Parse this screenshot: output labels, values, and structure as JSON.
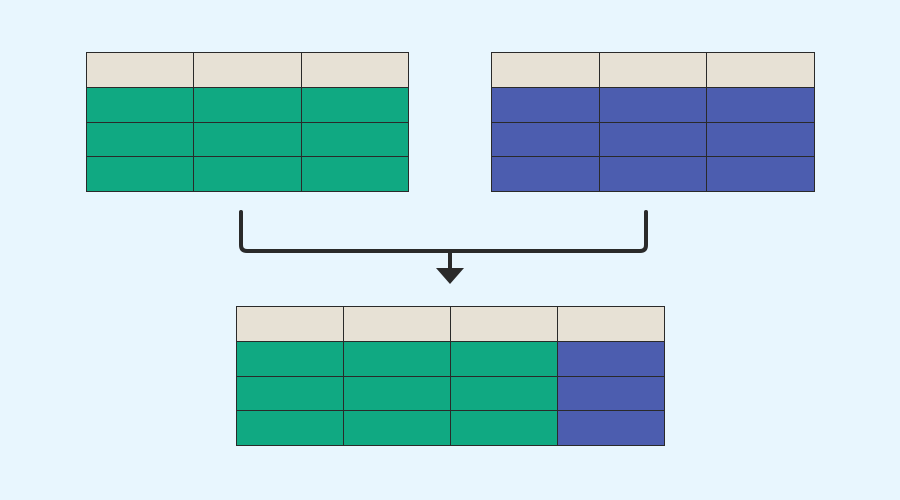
{
  "colors": {
    "background": "#e8f6fe",
    "header": "#e7e1d5",
    "green": "#10a982",
    "blue": "#4c5daf",
    "stroke": "#2a2a2a"
  },
  "diagram": {
    "left_table": {
      "header_cells": 3,
      "body_rows": 3,
      "body_color": "green"
    },
    "right_table": {
      "header_cells": 3,
      "body_rows": 3,
      "body_color": "blue"
    },
    "merged_table": {
      "header_cells": 4,
      "body_rows": 3,
      "column_colors": [
        "green",
        "green",
        "green",
        "blue"
      ]
    },
    "connector": {
      "icon": "merge-arrow-icon",
      "direction": "down"
    }
  }
}
